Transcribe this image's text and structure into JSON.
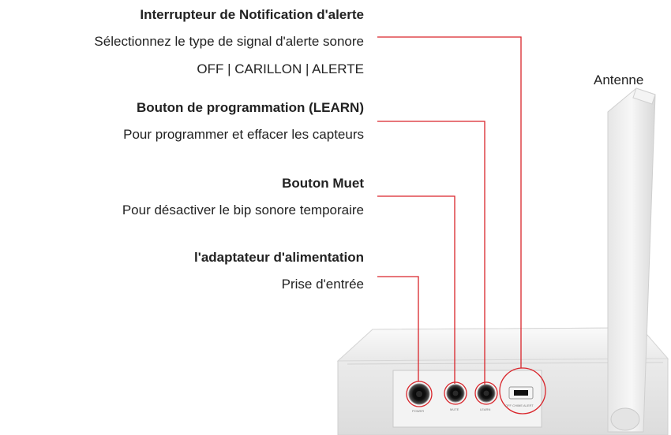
{
  "callouts": {
    "alert_switch": {
      "title": "Interrupteur de Notification d'alerte",
      "line1": "Sélectionnez le type de signal d'alerte sonore",
      "line2": "OFF | CARILLON | ALERTE"
    },
    "learn_button": {
      "title": "Bouton de programmation (LEARN)",
      "line1": "Pour programmer et effacer les capteurs"
    },
    "mute_button": {
      "title": "Bouton Muet",
      "line1": "Pour désactiver le bip sonore temporaire"
    },
    "power_adapter": {
      "title": "l'adaptateur d'alimentation",
      "line1": "Prise d'entrée"
    }
  },
  "antenna_label": "Antenne",
  "device": {
    "port_labels": [
      "POWER",
      "MUTE",
      "LEARN"
    ],
    "switch_label": "OFF CHIME ALERT"
  },
  "colors": {
    "callout_line": "#d9252b",
    "device_body": "#ececec",
    "text": "#222222"
  }
}
